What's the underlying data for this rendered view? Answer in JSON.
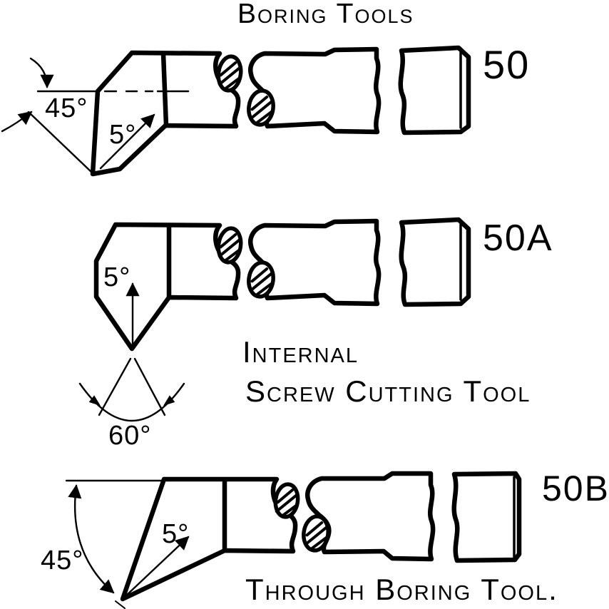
{
  "title": "Boring Tools",
  "colors": {
    "ink": "#000000",
    "paper": "#ffffff"
  },
  "tool_50": {
    "label": "50",
    "back_rake_angle": "45°",
    "front_clearance_angle": "5°"
  },
  "tool_50a": {
    "label": "50A",
    "front_clearance_angle": "5°",
    "point_angle": "60°",
    "caption_line1": "Internal",
    "caption_line2": "Screw Cutting Tool"
  },
  "tool_50b": {
    "label": "50B",
    "side_rake_angle": "45°",
    "front_clearance_angle": "5°",
    "caption": "Through Boring Tool."
  }
}
